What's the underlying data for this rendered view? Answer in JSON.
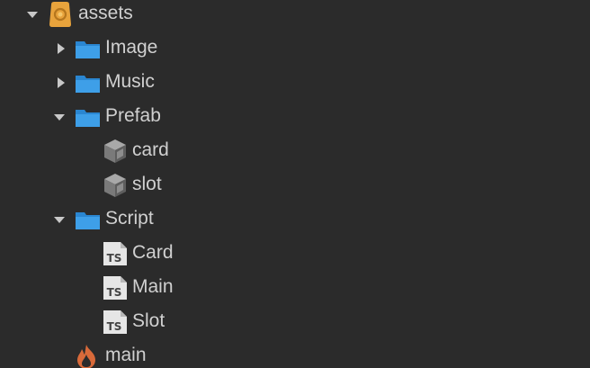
{
  "tree": {
    "assets": {
      "label": "assets",
      "icon": "database-icon",
      "expanded": true
    },
    "image": {
      "label": "Image",
      "icon": "folder-icon",
      "expanded": false
    },
    "music": {
      "label": "Music",
      "icon": "folder-icon",
      "expanded": false
    },
    "prefab": {
      "label": "Prefab",
      "icon": "folder-icon",
      "expanded": true,
      "children": [
        {
          "label": "card",
          "icon": "prefab-cube-icon"
        },
        {
          "label": "slot",
          "icon": "prefab-cube-icon"
        }
      ]
    },
    "script": {
      "label": "Script",
      "icon": "folder-icon",
      "expanded": true,
      "children": [
        {
          "label": "Card",
          "icon": "typescript-file-icon"
        },
        {
          "label": "Main",
          "icon": "typescript-file-icon"
        },
        {
          "label": "Slot",
          "icon": "typescript-file-icon"
        }
      ]
    },
    "main_scene": {
      "label": "main",
      "icon": "fire-scene-icon"
    }
  },
  "colors": {
    "background": "#2b2b2b",
    "text": "#d0d0d0",
    "folder": "#3e9fe8",
    "assets_db": "#e8a33c",
    "fire": "#d96a3a"
  }
}
